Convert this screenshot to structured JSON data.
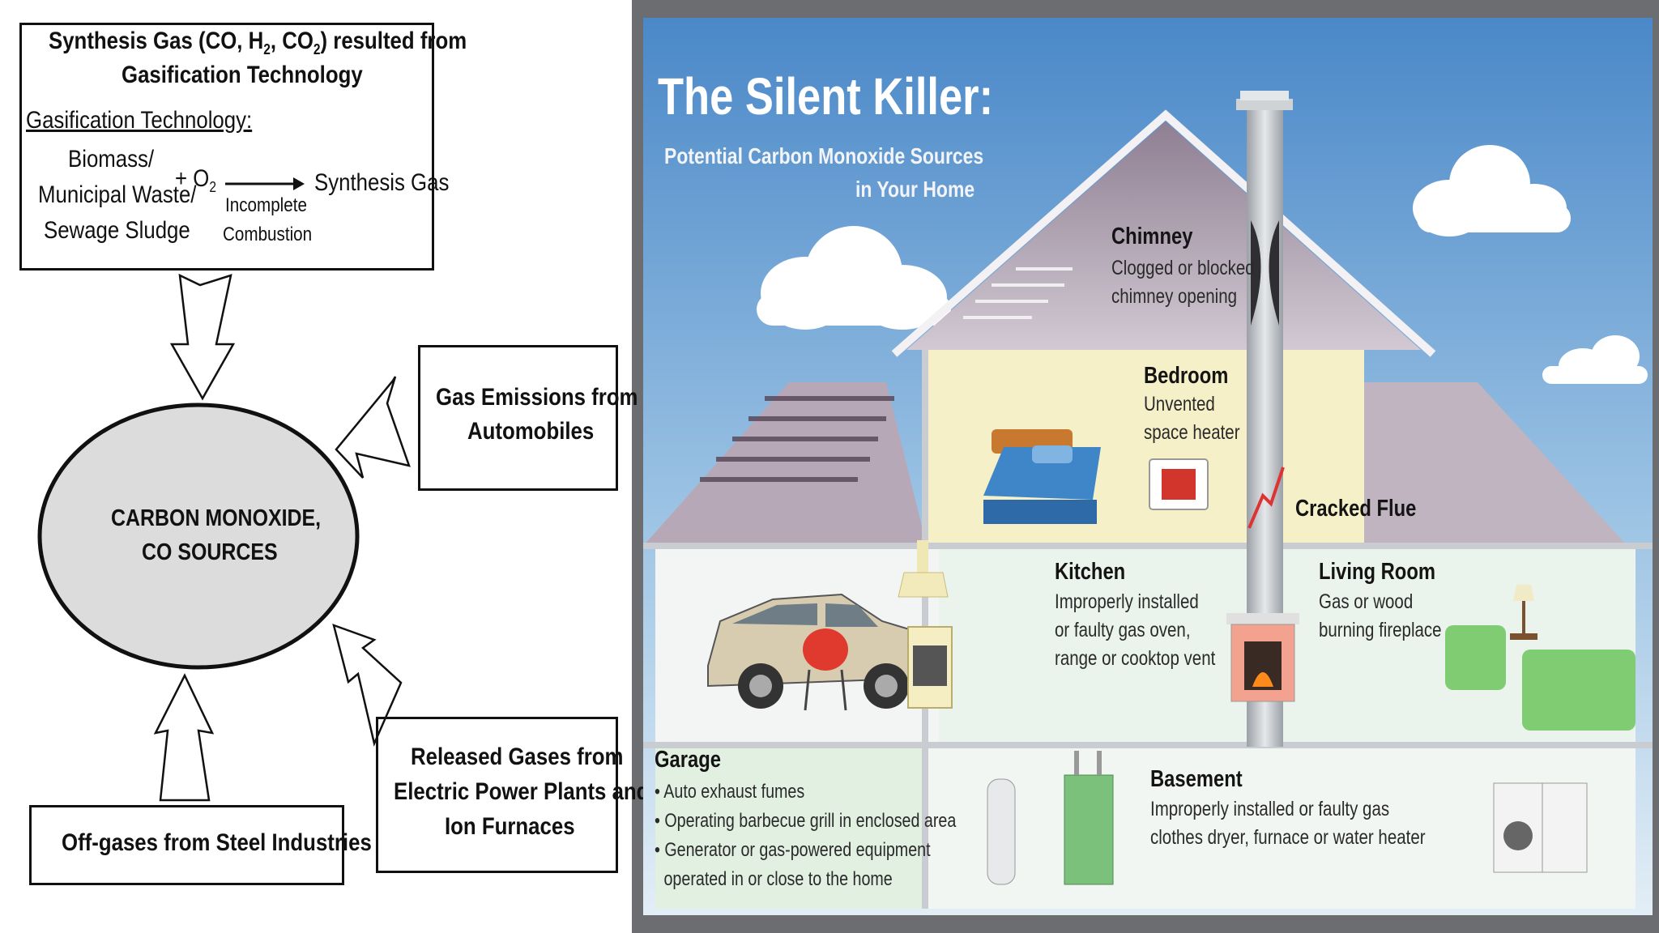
{
  "left_diagram": {
    "synthesis_box": {
      "title_line1": "Synthesis Gas (CO, H",
      "h_sub": "2",
      "title_mid": ", CO",
      "co_sub": "2",
      "title_end": ") resulted  from",
      "title_line2": "Gasification Technology",
      "tech_label": "Gasification Technology:",
      "inputs": [
        "Biomass/",
        "Municipal Waste/",
        "Sewage Sludge"
      ],
      "plus_o2": "+ O",
      "o2_sub": "2",
      "arrow_top_label": "Incomplete",
      "arrow_bottom_label": "Combustion",
      "output": "Synthesis Gas"
    },
    "center": [
      "CARBON MONOXIDE,",
      "CO SOURCES"
    ],
    "automobiles": [
      "Gas Emissions from",
      "Automobiles"
    ],
    "power_plants": [
      "Released Gases from",
      "Electric Power Plants and",
      "Ion Furnaces"
    ],
    "steel": "Off-gases from Steel Industries"
  },
  "infographic": {
    "title": "The Silent Killer:",
    "subtitle_line1": "Potential Carbon Monoxide Sources",
    "subtitle_line2": "in Your Home",
    "chimney": {
      "label": "Chimney",
      "desc": "Clogged or blocked\nchimney opening"
    },
    "bedroom": {
      "label": "Bedroom",
      "desc": "Unvented\nspace heater"
    },
    "cracked_flue": "Cracked Flue",
    "kitchen": {
      "label": "Kitchen",
      "desc": "Improperly installed\nor faulty gas oven,\nrange or cooktop vent"
    },
    "living_room": {
      "label": "Living Room",
      "desc": "Gas or wood\nburning fireplace"
    },
    "garage": {
      "label": "Garage",
      "items": [
        "Auto exhaust fumes",
        "Operating barbecue grill in enclosed area",
        "Generator or gas-powered equipment",
        "operated in or close to the home"
      ]
    },
    "basement": {
      "label": "Basement",
      "desc": "Improperly installed or faulty gas\nclothes dryer, furnace or water heater"
    }
  },
  "colors": {
    "sky_top": "#4f8ecb",
    "sky_bottom": "#d7e8f4",
    "roof": "#a79aa9",
    "wall": "#f4eec6",
    "floor_green": "#e3f1e4",
    "grill_red": "#e53b2f",
    "sofa_green": "#79c870"
  }
}
